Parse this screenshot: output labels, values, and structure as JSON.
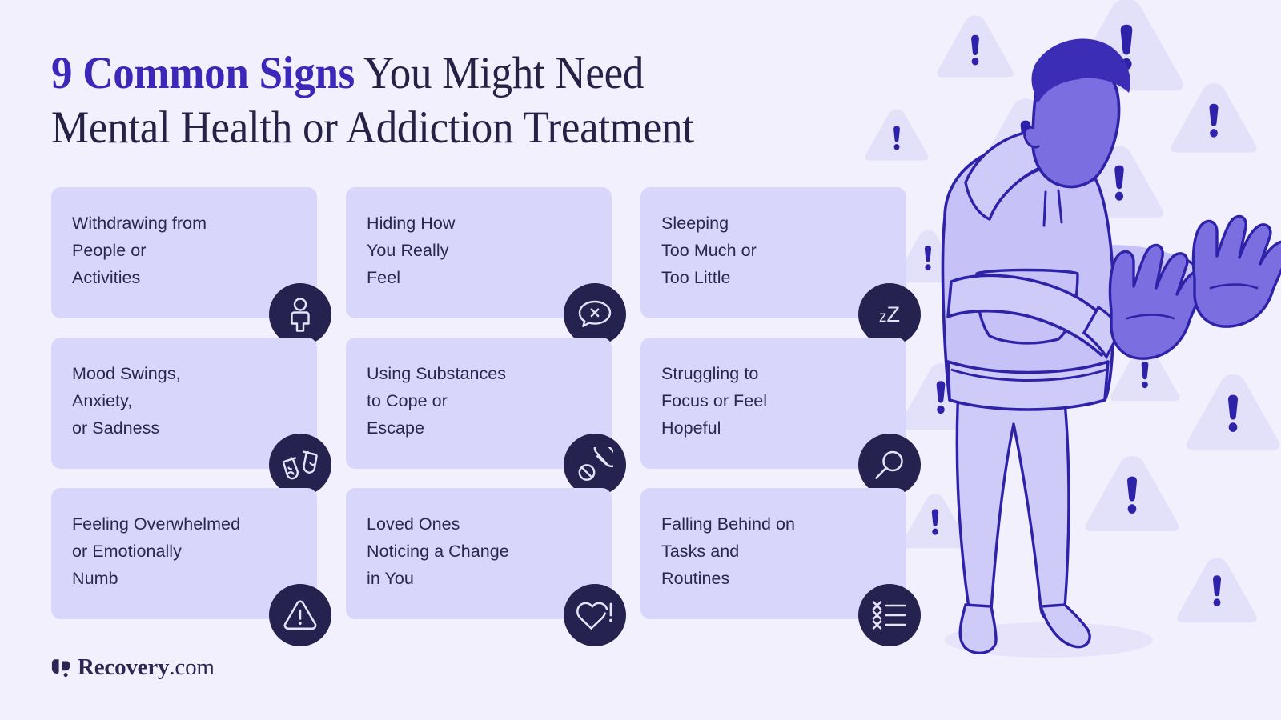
{
  "colors": {
    "page_background": "#f2f0fd",
    "card_background": "#d9d6fb",
    "icon_circle": "#262250",
    "icon_stroke": "#e6e3fb",
    "heading_dark": "#262246",
    "heading_accent": "#3b27b8",
    "triangle_fill": "#e3e0fa",
    "exclaim_fill": "#2e23a8",
    "illustration_light": "#c6c1f6",
    "illustration_mid": "#7a6ee0",
    "illustration_outline": "#2e23a8",
    "illustration_hair": "#3b2db5"
  },
  "heading": {
    "line1_accent": "9 Common Signs",
    "line1_rest": " You Might Need",
    "line2": "Mental Health or Addiction Treatment"
  },
  "cards": [
    {
      "id": "withdrawing",
      "text": "Withdrawing from\nPeople or\nActivities",
      "icon": "person-icon"
    },
    {
      "id": "hiding-feelings",
      "text": "Hiding How\nYou Really\nFeel",
      "icon": "speech-bubble-x-icon"
    },
    {
      "id": "sleeping",
      "text": "Sleeping\nToo Much or\nToo Little",
      "icon": "sleep-zzz-icon",
      "icon_text_small": "z",
      "icon_text_large": "Z"
    },
    {
      "id": "mood-swings",
      "text": "Mood Swings,\nAnxiety,\nor Sadness",
      "icon": "theater-masks-icon"
    },
    {
      "id": "using-substances",
      "text": "Using Substances\nto Cope or\nEscape",
      "icon": "pills-icon"
    },
    {
      "id": "struggling-focus",
      "text": "Struggling to\nFocus or Feel\nHopeful",
      "icon": "magnifier-icon"
    },
    {
      "id": "overwhelmed",
      "text": "Feeling Overwhelmed\nor Emotionally\nNumb",
      "icon": "warning-triangle-icon"
    },
    {
      "id": "loved-ones-noticing",
      "text": "Loved Ones\nNoticing a Change\nin You",
      "icon": "heart-exclamation-icon"
    },
    {
      "id": "falling-behind",
      "text": "Falling Behind on\nTasks and\nRoutines",
      "icon": "task-list-x-icon"
    }
  ],
  "logo": {
    "brand": "Recovery",
    "tld": ".com",
    "mark": "recovery-leaf-logo-icon"
  },
  "illustration": {
    "name": "person-hands-up-stop-gesture-illustration",
    "description": "Person in hoodie with both hands raised in a stop gesture"
  },
  "background_decor": {
    "name": "exclamation-triangle-pattern",
    "triangle_count": 14
  }
}
